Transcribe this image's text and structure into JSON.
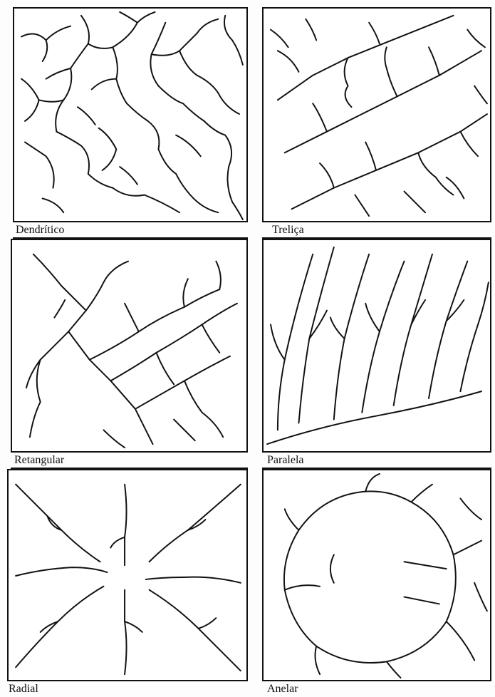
{
  "patterns": [
    {
      "id": "dendritico",
      "label": "Dendrítico"
    },
    {
      "id": "trelica",
      "label": "Treliça"
    },
    {
      "id": "retangular",
      "label": "Retangular"
    },
    {
      "id": "paralela",
      "label": "Paralela"
    },
    {
      "id": "radial",
      "label": "Radial"
    },
    {
      "id": "anelar",
      "label": "Anelar"
    }
  ]
}
